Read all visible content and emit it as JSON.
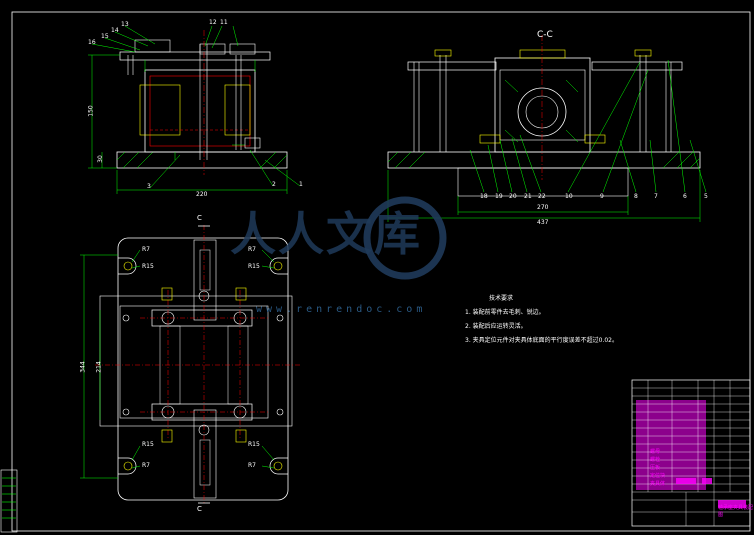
{
  "drawing": {
    "section_view_label": "C-C",
    "cut_marker_label": "C",
    "watermark_text": "人人文库",
    "watermark_url": "www.renrendoc.com",
    "notes": {
      "title": "技术要求",
      "items": [
        "1. 装配前零件去毛刺、锐边。",
        "2. 装配后应运转灵活。",
        "3. 夹具定位元件对夹具体底面的平行度误差不超过0.02。"
      ]
    },
    "dimensions": {
      "front_width": "220",
      "front_height": "150",
      "front_base": "30",
      "section_inner": "270",
      "section_outer": "437",
      "plan_height": "344",
      "plan_inner": "214"
    },
    "front_callouts": [
      "16",
      "15",
      "14",
      "13",
      "12",
      "11",
      "3",
      "2",
      "1"
    ],
    "section_callouts": [
      "18",
      "19",
      "20",
      "21",
      "22",
      "10",
      "9",
      "8",
      "7",
      "6",
      "5"
    ],
    "plan_callouts": [
      "R7",
      "R15",
      "R7",
      "R15",
      "R15",
      "R7",
      "R15",
      "R7"
    ],
    "title_block": {
      "name": "轴承座夹具装配图",
      "parts": [
        "夹具体",
        "定位块",
        "压板",
        "螺栓",
        "螺母"
      ]
    }
  }
}
